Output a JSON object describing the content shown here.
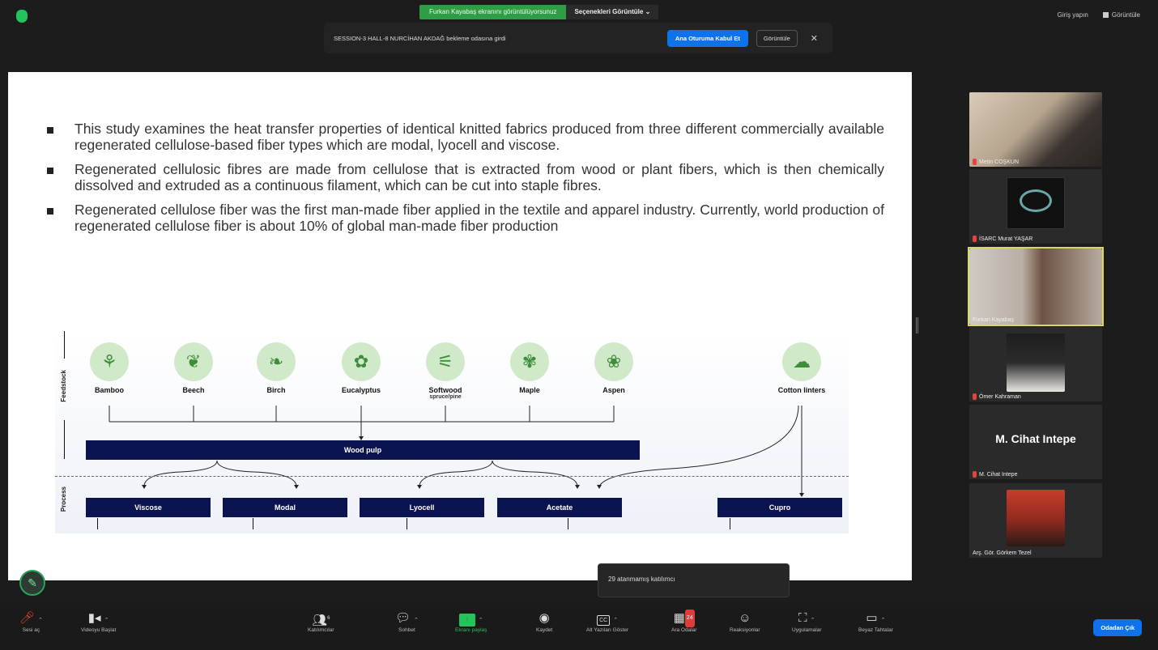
{
  "top": {
    "share_banner": "Furkan Kayabaş ekranını görüntülüyorsunuz",
    "view_options": "Seçenekleri Görüntüle  ⌄",
    "notification": {
      "message": "SESSION-3  HALL-8  NURCİHAN AKDAĞ bekleme odasına girdi",
      "admit_label": "Ana Oturuma Kabul Et",
      "view_label": "Görüntüle",
      "close_label": "✕"
    },
    "signin_label": "Giriş yapın",
    "view_label": "Görüntüle"
  },
  "slide": {
    "bullets": [
      "This study examines the heat transfer properties of identical knitted fabrics produced from three different commercially available regenerated cellulose-based fiber types which are modal, lyocell and viscose.",
      "Regenerated cellulosic fibres are made from cellulose that is extracted from wood or plant fibers, which is then chemically dissolved and extruded as a continuous filament, which can be cut into staple fibres.",
      "Regenerated cellulose fiber was the first man-made fiber applied in the textile and apparel industry. Currently, world production of regenerated cellulose fiber is about 10% of global man-made fiber production"
    ],
    "diagram": {
      "feedstock_label": "Feedstock",
      "process_label": "Process",
      "feedstocks": [
        {
          "label": "Bamboo",
          "sub": "",
          "icon": "bamboo-icon",
          "glyph": "⚘"
        },
        {
          "label": "Beech",
          "sub": "",
          "icon": "beech-leaf-icon",
          "glyph": "❦"
        },
        {
          "label": "Birch",
          "sub": "",
          "icon": "birch-leaf-icon",
          "glyph": "❧"
        },
        {
          "label": "Eucalyptus",
          "sub": "",
          "icon": "eucalyptus-icon",
          "glyph": "✿"
        },
        {
          "label": "Softwood",
          "sub": "spruce/pine",
          "icon": "softwood-icon",
          "glyph": "⚟"
        },
        {
          "label": "Maple",
          "sub": "",
          "icon": "maple-leaf-icon",
          "glyph": "✾"
        },
        {
          "label": "Aspen",
          "sub": "",
          "icon": "aspen-leaf-icon",
          "glyph": "❀"
        },
        {
          "label": "Cotton linters",
          "sub": "",
          "icon": "cotton-icon",
          "glyph": "☁"
        }
      ],
      "wood_pulp": "Wood pulp",
      "processes": [
        "Viscose",
        "Modal",
        "Lyocell",
        "Acetate",
        "Cupro"
      ]
    }
  },
  "participants": [
    {
      "name": "Metin COŞKUN",
      "type": "video"
    },
    {
      "name": "İSARC Murat YAŞAR",
      "type": "logo"
    },
    {
      "name": "Furkan Kayabaş",
      "type": "video",
      "active": true
    },
    {
      "name": "Ömer Kahraman",
      "type": "photo"
    },
    {
      "name": "M. Cihat Intepe",
      "big": "M. Cihat Intepe",
      "type": "name"
    },
    {
      "name": "Arş. Gör. Görkem Tezel",
      "type": "photo"
    }
  ],
  "toast": "29 atanmamış katılımcı",
  "toolbar": {
    "unmute": "Sesi aç",
    "start_video": "Videoyu Başlat",
    "participants": "Katılımcılar",
    "participants_count": "6",
    "chat": "Sohbet",
    "share": "Ekranı paylaş",
    "record": "Kaydet",
    "captions": "Alt Yazıları Göster",
    "breakout": "Ara Odalar",
    "breakout_count": "24",
    "reactions": "Reaksiyonlar",
    "apps": "Uygulamalar",
    "whiteboard": "Beyaz Tahtalar",
    "leave": "Odadan Çık"
  },
  "colors": {
    "accent": "#0e72ed",
    "share_green": "#2f9d46",
    "diagram_navy": "#0b1450",
    "leaf_green": "#cfe9c9"
  }
}
